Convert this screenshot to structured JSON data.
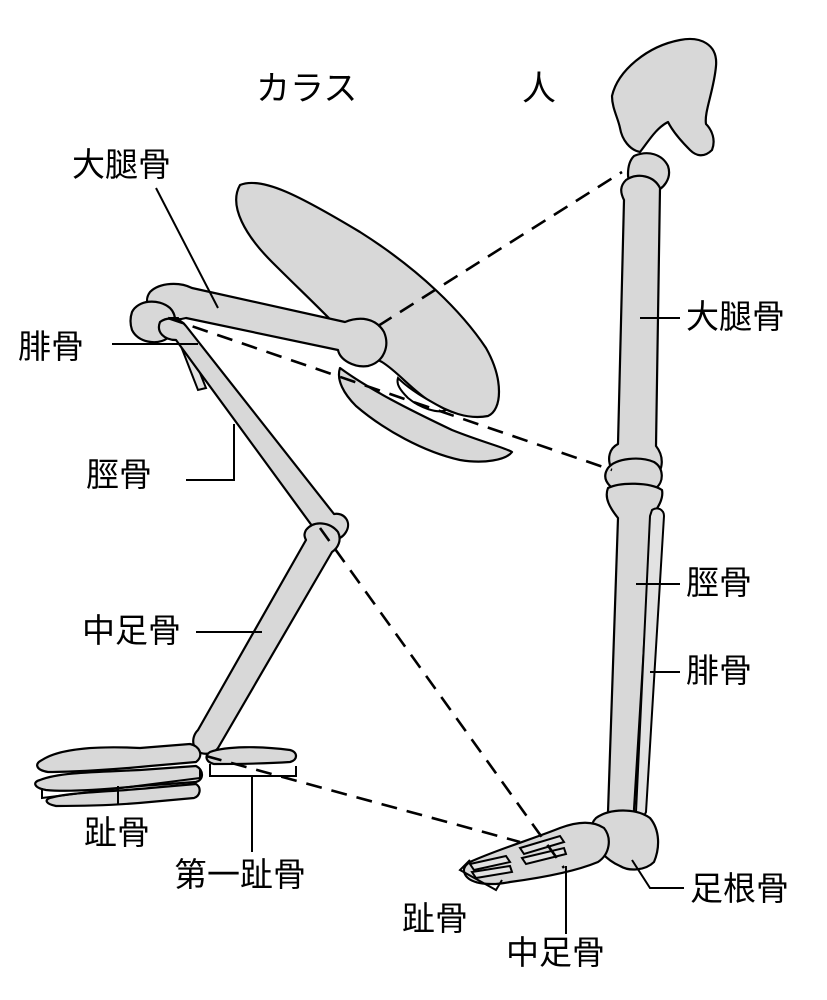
{
  "titles": {
    "crow": "カラス",
    "human": "人"
  },
  "crow_labels": {
    "femur": "大腿骨",
    "fibula": "腓骨",
    "tibia": "脛骨",
    "metatarsus": "中足骨",
    "toe_bones": "趾骨",
    "first_toe_bone": "第一趾骨"
  },
  "human_labels": {
    "femur": "大腿骨",
    "tibia": "脛骨",
    "fibula": "腓骨",
    "tarsal": "足根骨",
    "toe_bones": "趾骨",
    "metatarsus": "中足骨"
  },
  "colors": {
    "bone_fill": "#d8d8d8",
    "outline": "#000000",
    "background": "#ffffff"
  }
}
